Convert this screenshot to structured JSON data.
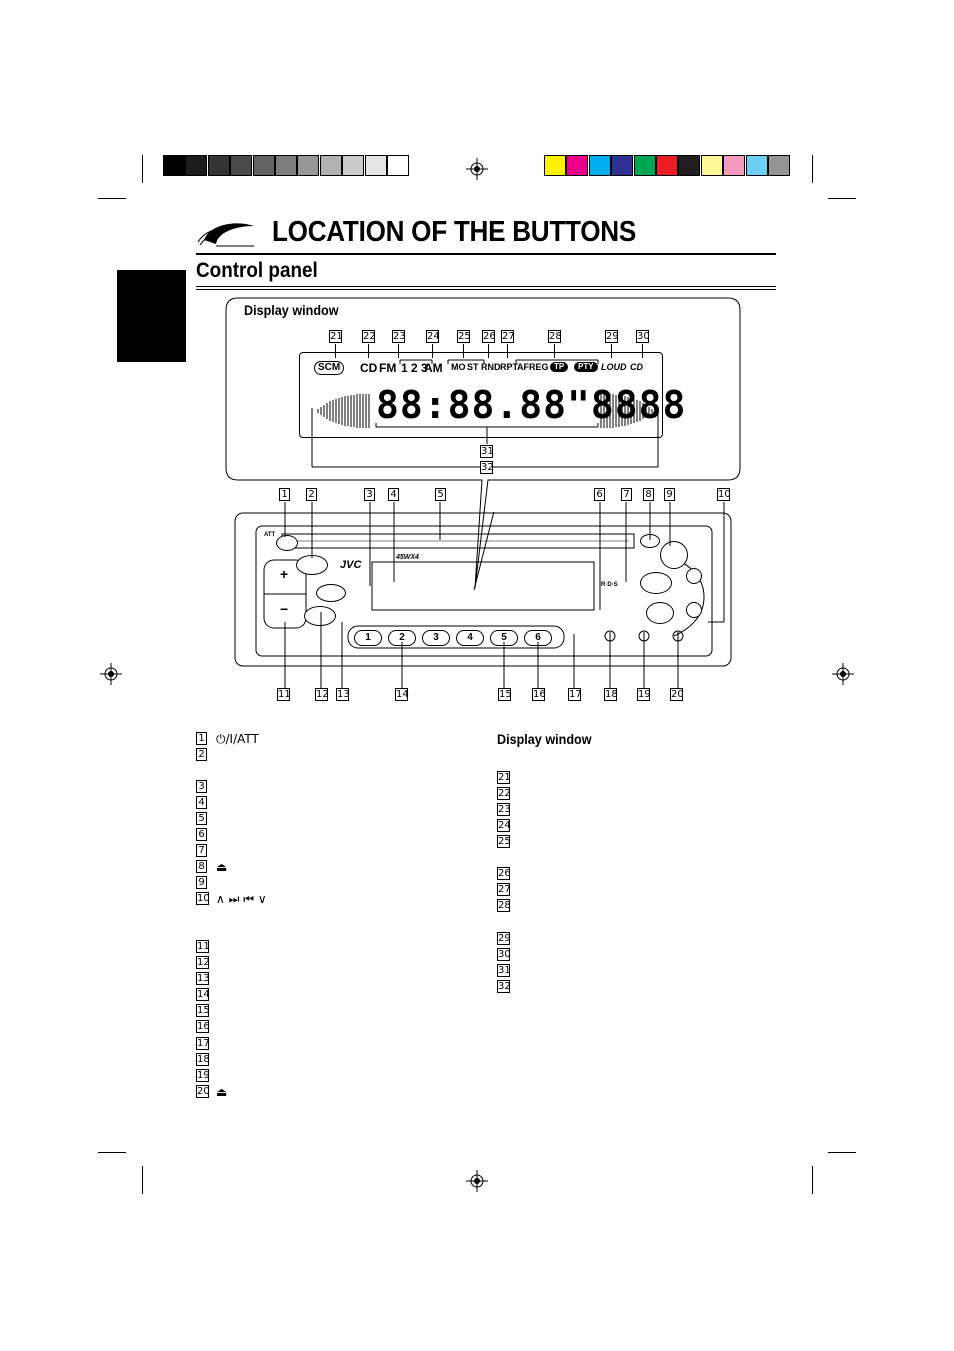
{
  "color_bars": {
    "grayscale": [
      "#000000",
      "#1c1c1c",
      "#343434",
      "#4a4a4a",
      "#636363",
      "#7d7d7d",
      "#979797",
      "#b1b1b1",
      "#cbcbcb",
      "#e4e4e4",
      "#ffffff"
    ],
    "colors": [
      "#fff200",
      "#ec008c",
      "#00aeef",
      "#2e3192",
      "#00a651",
      "#ed1c24",
      "#231f20",
      "#fff799",
      "#f49ac1",
      "#6dcff6",
      "#959595"
    ]
  },
  "title": "LOCATION OF THE BUTTONS",
  "section_title": "Control panel",
  "display_window_label": "Display window",
  "display": {
    "callouts_top": [
      "21",
      "22",
      "23",
      "24",
      "25",
      "26",
      "27",
      "28",
      "29",
      "30"
    ],
    "callout_31": "31",
    "callout_32": "32",
    "indicators": {
      "scm": "SCM",
      "cd": "CD",
      "fm": "FM",
      "band_nums": "1 2 3",
      "am": "AM",
      "mo": "MO",
      "st": "ST",
      "rnd": "RND",
      "rpt": "RPT",
      "af": "AF",
      "reg": "REG",
      "tp": "TP",
      "pty": "PTY",
      "loud": "LOUD",
      "cd_icon": "CD"
    },
    "segment_text": "88:88.88\"8888"
  },
  "panel": {
    "callouts_top": [
      "1",
      "2",
      "3",
      "4",
      "5",
      "6",
      "7",
      "8",
      "9",
      "10"
    ],
    "callouts_bottom": [
      "11",
      "12",
      "13",
      "14",
      "15",
      "16",
      "17",
      "18",
      "19",
      "20"
    ],
    "brand": "JVC",
    "model": "45WX4",
    "att_label": "ATT",
    "rds_label": "R·D·S",
    "presets": [
      "1",
      "2",
      "3",
      "4",
      "5",
      "6"
    ]
  },
  "left_list": [
    {
      "num": "1",
      "text": "⏻/I/ATT"
    },
    {
      "num": "2",
      "text": ""
    },
    {
      "num": "3",
      "text": ""
    },
    {
      "num": "4",
      "text": ""
    },
    {
      "num": "5",
      "text": ""
    },
    {
      "num": "6",
      "text": ""
    },
    {
      "num": "7",
      "text": ""
    },
    {
      "num": "8",
      "text": "⏏"
    },
    {
      "num": "9",
      "text": ""
    },
    {
      "num": "10",
      "text": "∧  ⏭  ⏮  ∨"
    },
    {
      "num": "11",
      "text": ""
    },
    {
      "num": "12",
      "text": ""
    },
    {
      "num": "13",
      "text": ""
    },
    {
      "num": "14",
      "text": ""
    },
    {
      "num": "15",
      "text": ""
    },
    {
      "num": "16",
      "text": ""
    },
    {
      "num": "17",
      "text": ""
    },
    {
      "num": "18",
      "text": ""
    },
    {
      "num": "19",
      "text": ""
    },
    {
      "num": "20",
      "text": "⏏"
    }
  ],
  "right_list_title": "Display window",
  "right_list": [
    "21",
    "22",
    "23",
    "24",
    "25",
    "26",
    "27",
    "28",
    "29",
    "30",
    "31",
    "32"
  ]
}
